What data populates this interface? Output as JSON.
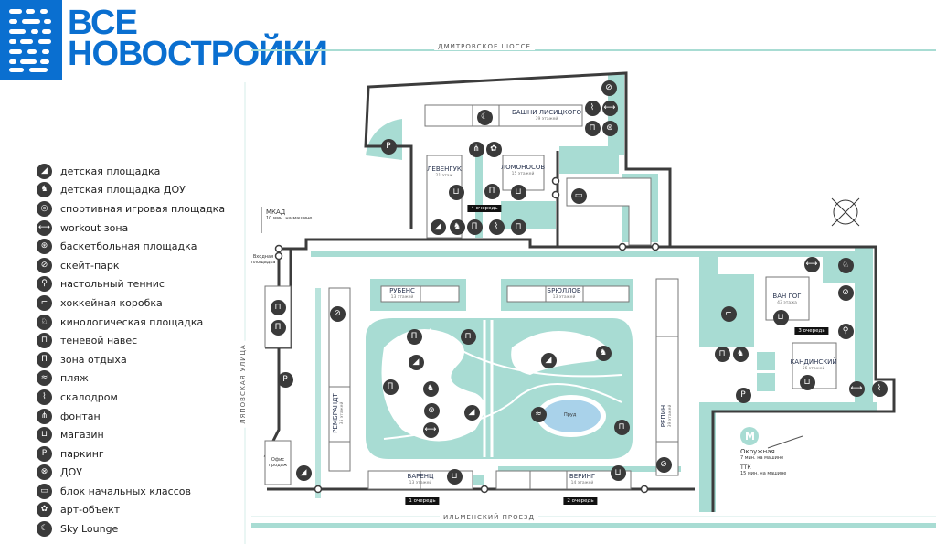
{
  "logo": {
    "line1": "ВСЕ",
    "line2": "НОВОСТРОЙКИ",
    "color": "#0a6fd0"
  },
  "legend": [
    {
      "icon": "playground-icon",
      "label": "детская площадка"
    },
    {
      "icon": "kindergarten-playground-icon",
      "label": "детская площадка ДОУ"
    },
    {
      "icon": "sports-ground-icon",
      "label": "спортивная игровая площадка"
    },
    {
      "icon": "workout-icon",
      "label": "workout зона"
    },
    {
      "icon": "basketball-icon",
      "label": "баскетбольная площадка"
    },
    {
      "icon": "skatepark-icon",
      "label": "скейт-парк"
    },
    {
      "icon": "table-tennis-icon",
      "label": "настольный теннис"
    },
    {
      "icon": "hockey-icon",
      "label": "хоккейная коробка"
    },
    {
      "icon": "dog-area-icon",
      "label": "кинологическая площадка"
    },
    {
      "icon": "shade-canopy-icon",
      "label": "теневой навес"
    },
    {
      "icon": "rest-zone-icon",
      "label": "зона отдыха"
    },
    {
      "icon": "beach-icon",
      "label": "пляж"
    },
    {
      "icon": "climbing-wall-icon",
      "label": "скалодром"
    },
    {
      "icon": "fountain-icon",
      "label": "фонтан"
    },
    {
      "icon": "shop-icon",
      "label": "магазин"
    },
    {
      "icon": "parking-icon",
      "label": "паркинг"
    },
    {
      "icon": "kindergarten-icon",
      "label": "ДОУ"
    },
    {
      "icon": "school-icon",
      "label": "блок начальных классов"
    },
    {
      "icon": "art-object-icon",
      "label": "арт-объект"
    },
    {
      "icon": "sky-lounge-icon",
      "label": "Sky Lounge"
    }
  ],
  "roads": {
    "north": "ДМИТРОВСКОЕ ШОССЕ",
    "south": "ИЛЬМЕНСКИЙ ПРОЕЗД",
    "west": "ЛЯПОВСКАЯ УЛИЦА"
  },
  "buildings": {
    "lisitsky": {
      "name": "БАШНИ ЛИСИЦКОГО",
      "floors": "39 этажей"
    },
    "levenguk": {
      "name": "ЛЕВЕНГУК",
      "floors": "21 этаж"
    },
    "lomonosov": {
      "name": "ЛОМОНОСОВ",
      "floors": "15 этажей"
    },
    "rubens": {
      "name": "РУБЕНС",
      "floors": "13 этажей"
    },
    "bryullov": {
      "name": "БРЮЛЛОВ",
      "floors": "13 этажей"
    },
    "rembrandt": {
      "name": "РЕМБРАНДТ",
      "floors": "35 этажей"
    },
    "repin": {
      "name": "РЕПИН",
      "floors": "39 этажей"
    },
    "barents": {
      "name": "БАРЕНЦ",
      "floors": "13 этажей"
    },
    "bering": {
      "name": "БЕРИНГ",
      "floors": "14 этажей"
    },
    "vangogh": {
      "name": "ВАН ГОГ",
      "floors": "43 этажа"
    },
    "kandinsky": {
      "name": "КАНДИНСКИЙ",
      "floors": "56 этажей"
    }
  },
  "queues": {
    "q1": "1 очередь",
    "q2": "2 очередь",
    "q3": "3 очередь",
    "q4": "4 очередь"
  },
  "labels": {
    "mkad": "МКАД",
    "mkad_time": "10 мин. на машине",
    "entrance": "Входная площадка",
    "sales_office": "Офис продаж",
    "pond": "Пруд",
    "metro_letter": "M",
    "metro_station": "Окружная",
    "metro_time": "7 мин. на машине",
    "ttk": "ТТК",
    "ttk_time": "15 мин. на машине"
  },
  "colors": {
    "green": "#a8dcd3",
    "boundary": "#3c3c3c",
    "pond": "#a9d2ea",
    "icon": "#3a3a3a"
  }
}
